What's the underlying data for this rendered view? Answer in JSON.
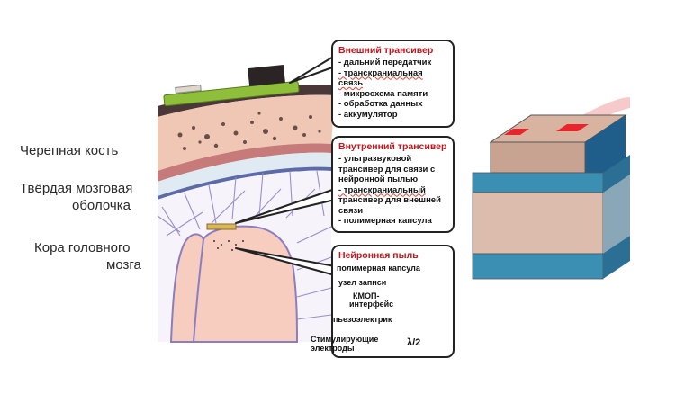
{
  "labels": {
    "skull": "Черепная кость",
    "dura_line1": "Твёрдая мозговая",
    "dura_line2": "оболочка",
    "cortex_line1": "Кора головного",
    "cortex_line2": "мозга"
  },
  "external": {
    "title": "Внешний трансивер",
    "items": [
      "- дальний передатчик",
      "- транскраниальная связь",
      "- микросхема памяти",
      "- обработка данных",
      "- аккумулятор"
    ]
  },
  "internal": {
    "title": "Внутренний трансивер",
    "items": [
      "- ультразвуковой",
      "трансивер для связи с",
      "нейронной пылью",
      "- транскраниальный",
      "трансивер для внешней",
      "связи",
      "- полимерная капсула"
    ]
  },
  "dust": {
    "title": "Нейронная пыль",
    "capsule": "полимерная капсула",
    "node": "узел записи",
    "cmos_line1": "КМОП-",
    "cmos_line2": "интерфейс",
    "piezo": "пьезоэлектрик",
    "electrodes_line1": "Стимулирующие",
    "electrodes_line2": "электроды",
    "lambda": "λ/2"
  },
  "colors": {
    "accent": "#c0161d",
    "pcb": "#8fbf3a",
    "skin": "#f2c8b8",
    "bone": "#e9b7a6",
    "cortex": "#f5cbbf",
    "mote_top": "#c9a391",
    "mote_blue": "#3b8fb3",
    "mote_red": "#e8252c"
  }
}
